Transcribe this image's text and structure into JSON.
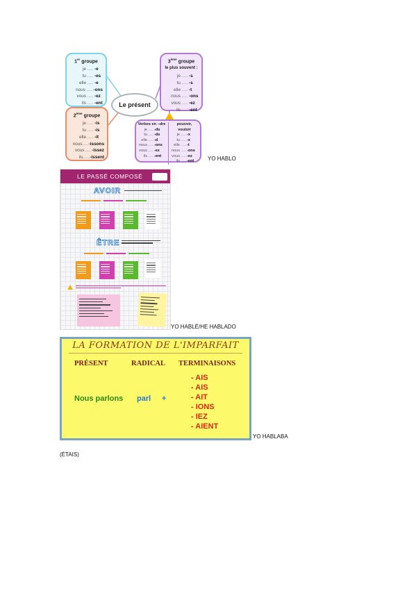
{
  "present": {
    "center": "Le présent",
    "g1": {
      "title_num": "1",
      "title_sup": "er",
      "title_word": "groupe",
      "rows": [
        [
          "je",
          "-e"
        ],
        [
          "tu",
          "-es"
        ],
        [
          "elle",
          "-e"
        ],
        [
          "nous",
          "-ons"
        ],
        [
          "vous",
          "-ez"
        ],
        [
          "ils",
          "-ent"
        ]
      ]
    },
    "g2": {
      "title_num": "2",
      "title_sup": "ème",
      "title_word": "groupe",
      "rows": [
        [
          "je",
          "-is"
        ],
        [
          "tu",
          "-is"
        ],
        [
          "elle",
          "-it"
        ],
        [
          "nous",
          "-issons"
        ],
        [
          "vous",
          "-issez"
        ],
        [
          "ils",
          "-issent"
        ]
      ]
    },
    "g3": {
      "title_num": "3",
      "title_sup": "ème",
      "title_word": "groupe",
      "subtitle": "le plus souvent :",
      "rows": [
        [
          "je",
          "-s"
        ],
        [
          "tu",
          "-s"
        ],
        [
          "elle",
          "-t"
        ],
        [
          "nous",
          "-ons"
        ],
        [
          "vous",
          "-ez"
        ],
        [
          "ils",
          "-ent"
        ]
      ]
    },
    "g4": {
      "left_title": "Verbes en –dre",
      "right_title": "pouvoir, vouloir",
      "left_rows": [
        [
          "je",
          "-ds"
        ],
        [
          "tu",
          "-ds"
        ],
        [
          "elle",
          "-d"
        ],
        [
          "nous",
          "-ons"
        ],
        [
          "vous",
          "-ez"
        ],
        [
          "ils",
          "-ent"
        ]
      ],
      "right_rows": [
        [
          "je",
          "-x"
        ],
        [
          "tu",
          "-x"
        ],
        [
          "elle",
          "-t"
        ],
        [
          "nous",
          "-ons"
        ],
        [
          "vous",
          "-ez"
        ],
        [
          "ils",
          "-ent"
        ]
      ]
    },
    "dots": "....."
  },
  "caption1": "YO HABLO",
  "passe": {
    "header": "LE PASSÉ COMPOSÉ",
    "avoir": "AVOIR",
    "etre": "ÊTRE"
  },
  "caption2": "YO HABLÉ/HE HABLADO",
  "imparfait": {
    "title": "LA FORMATION DE L'IMPARFAIT",
    "col_present": "PRÉSENT",
    "col_radical": "RADICAL",
    "col_terminaisons": "TERMINAISONS",
    "present_value": "Nous parlons",
    "radical_value": "parl",
    "plus": "+",
    "endings": [
      "- AIS",
      "- AIS",
      "- AIT",
      "- IONS",
      "- IEZ",
      "- AIENT"
    ]
  },
  "caption3": "YO HABLABA",
  "footer_note": "(ÉTAIS)"
}
